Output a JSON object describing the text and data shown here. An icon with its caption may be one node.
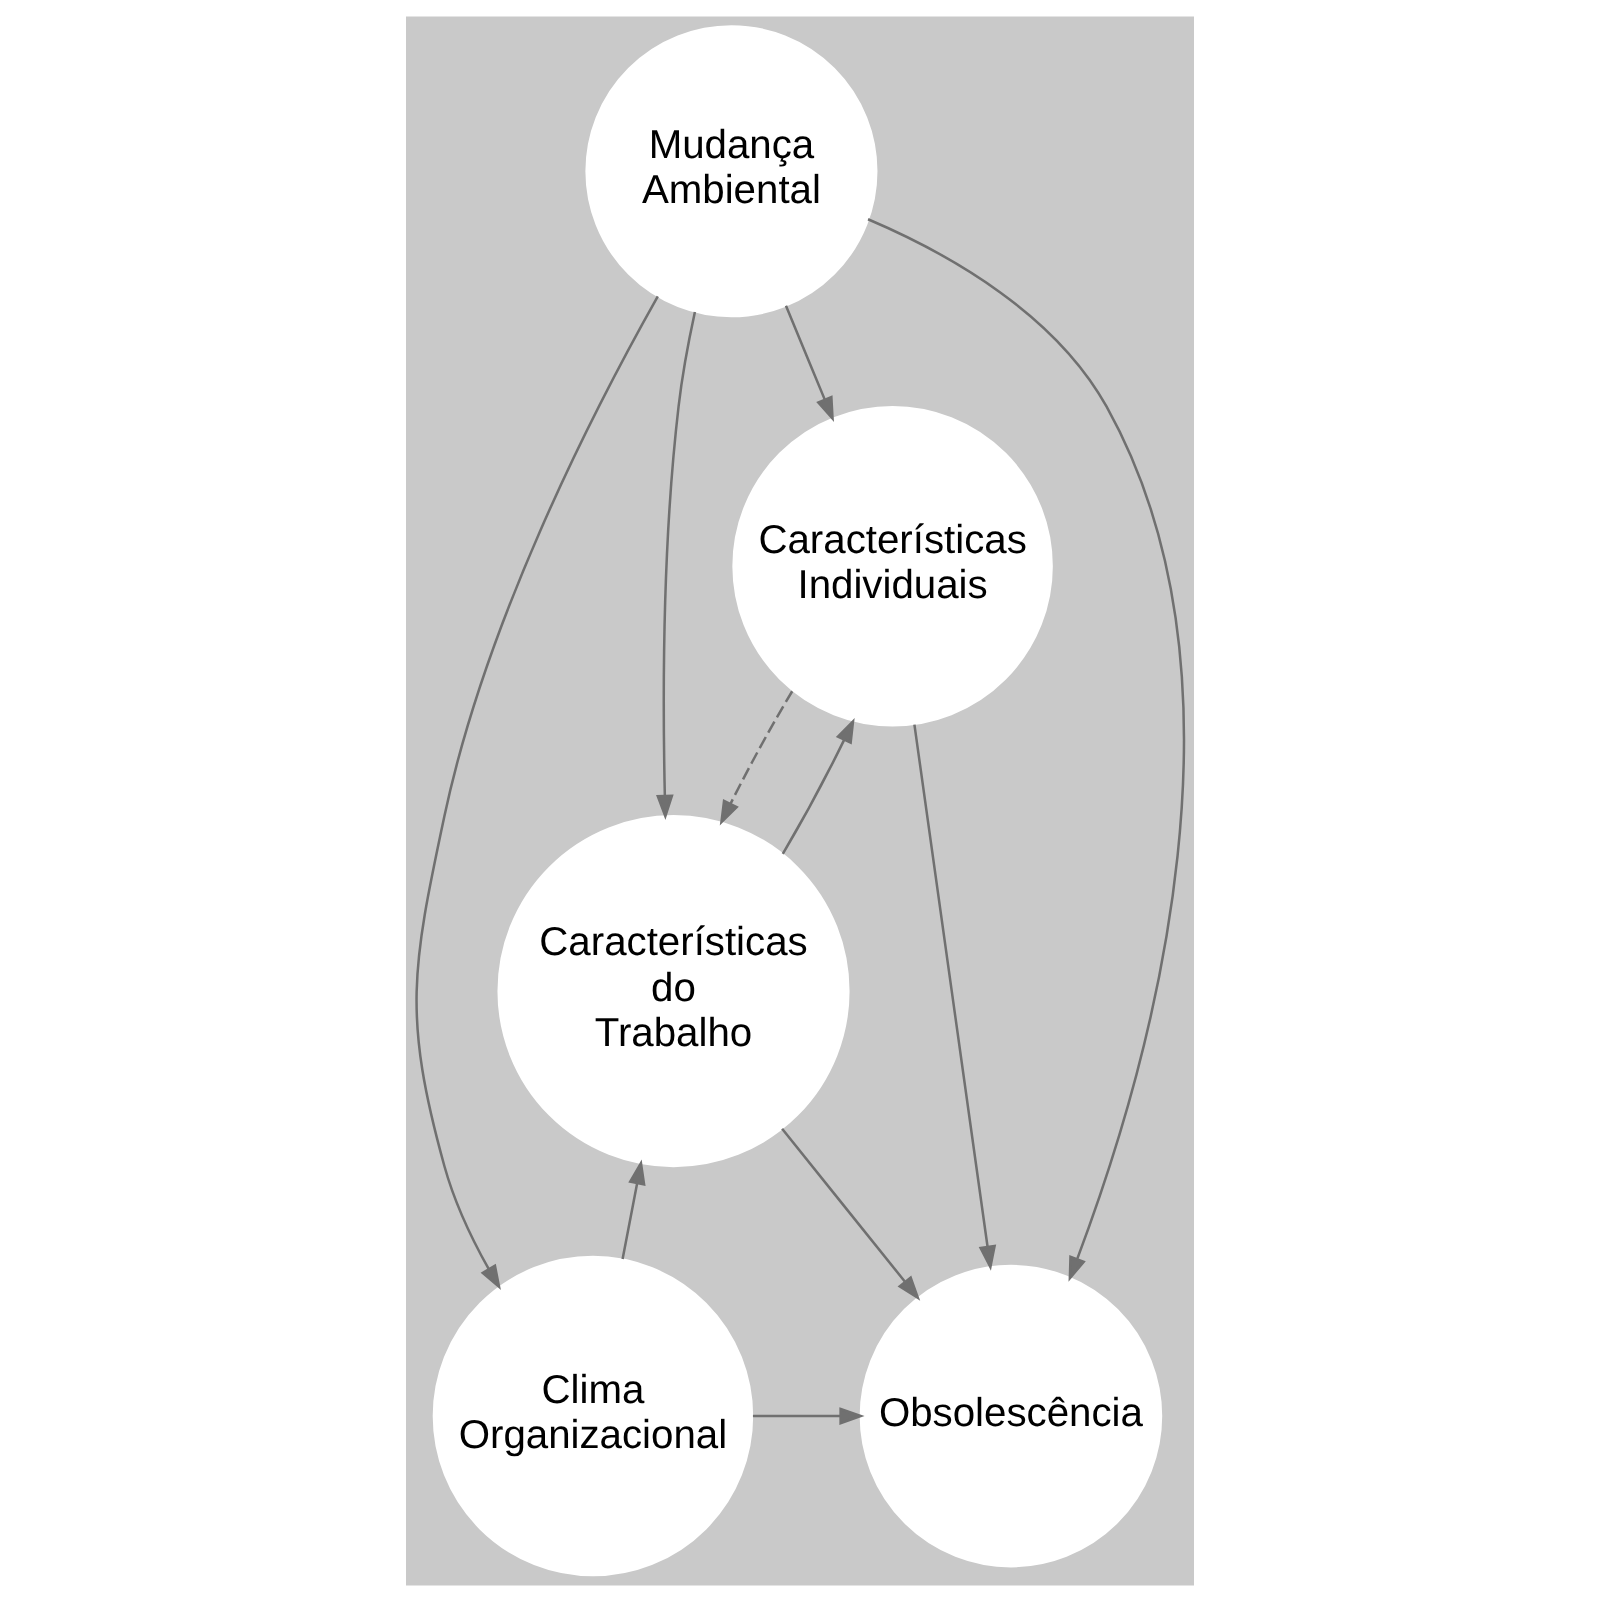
{
  "diagram": {
    "nodes": [
      {
        "text": [
          "Mudança Ambiental"
        ]
      },
      {
        "text": [
          "Características Individuais"
        ]
      },
      {
        "text": [
          "Características do Trabalho"
        ]
      },
      {
        "text": [
          "Clima Organizacional"
        ]
      },
      {
        "text": [
          "Obsolescência"
        ]
      }
    ],
    "edges": [
      {
        "from": 0,
        "to": 3,
        "arrow": "to"
      },
      {
        "from": 0,
        "to": 2,
        "arrow": "to"
      },
      {
        "from": 0,
        "to": 1,
        "arrow": "to"
      },
      {
        "from": 0,
        "to": 4,
        "arrow": "to"
      },
      {
        "from": 1,
        "to": 2,
        "arrow": "to",
        "style": "dashed"
      },
      {
        "from": 2,
        "to": 1,
        "arrow": "to"
      },
      {
        "from": 1,
        "to": 4,
        "arrow": "to"
      },
      {
        "from": 2,
        "to": 4,
        "arrow": "to"
      },
      {
        "from": 3,
        "to": 2,
        "arrow": "to"
      },
      {
        "from": 3,
        "to": 4,
        "arrow": "to"
      }
    ]
  }
}
